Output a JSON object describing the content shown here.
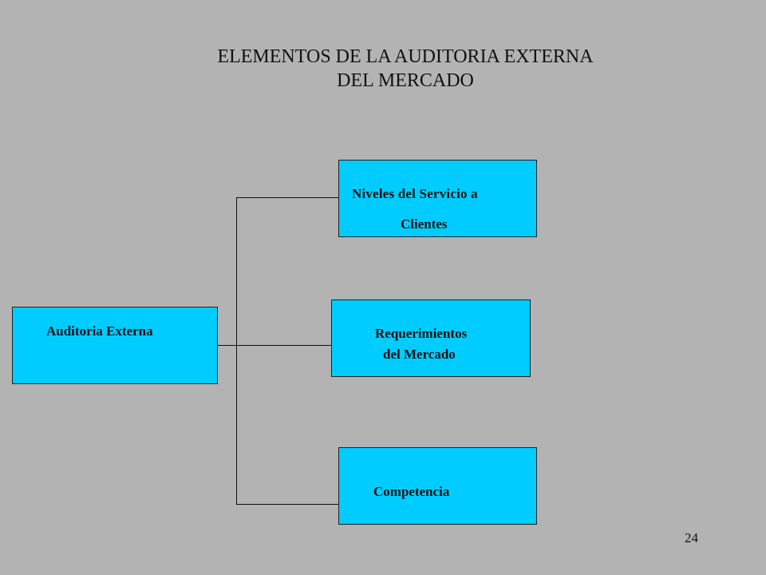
{
  "title": {
    "line1": "ELEMENTOS DE LA AUDITORIA EXTERNA",
    "line2": "DEL MERCADO"
  },
  "nodes": {
    "root": {
      "label": "Auditoria Externa"
    },
    "niveles": {
      "line1": "Niveles del Servicio a",
      "line2": "Clientes"
    },
    "requerimientos": {
      "line1": "Requerimientos",
      "line2": "del Mercado"
    },
    "competencia": {
      "label": "Competencia"
    }
  },
  "page_number": "24",
  "colors": {
    "background": "#b3b3b3",
    "box_fill": "#00ccff",
    "line": "#111111"
  }
}
